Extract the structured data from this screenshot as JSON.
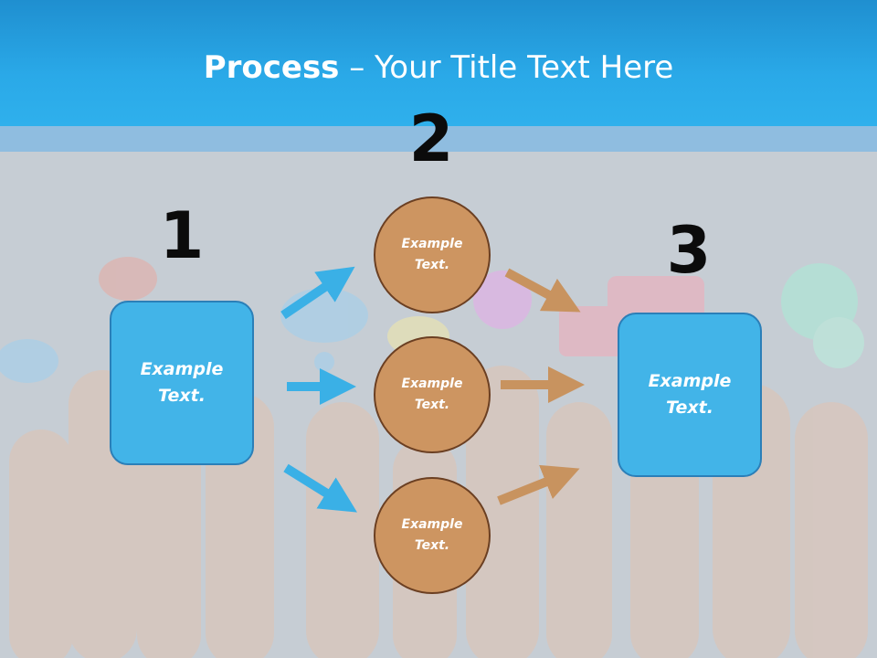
{
  "title": {
    "bold": "Process",
    "rest": " – Your Title Text Here"
  },
  "steps": [
    {
      "number": "1",
      "label": "Example\nText."
    },
    {
      "number": "2",
      "circles": [
        "Example\nText.",
        "Example\nText.",
        "Example\nText."
      ]
    },
    {
      "number": "3",
      "label": "Example\nText."
    }
  ],
  "colors": {
    "header": "#2aa9e8",
    "box": "#42b4e8",
    "circle": "#cd9561",
    "blue_arrow": "#3ab0e6",
    "brown_arrow": "#c8935f"
  }
}
